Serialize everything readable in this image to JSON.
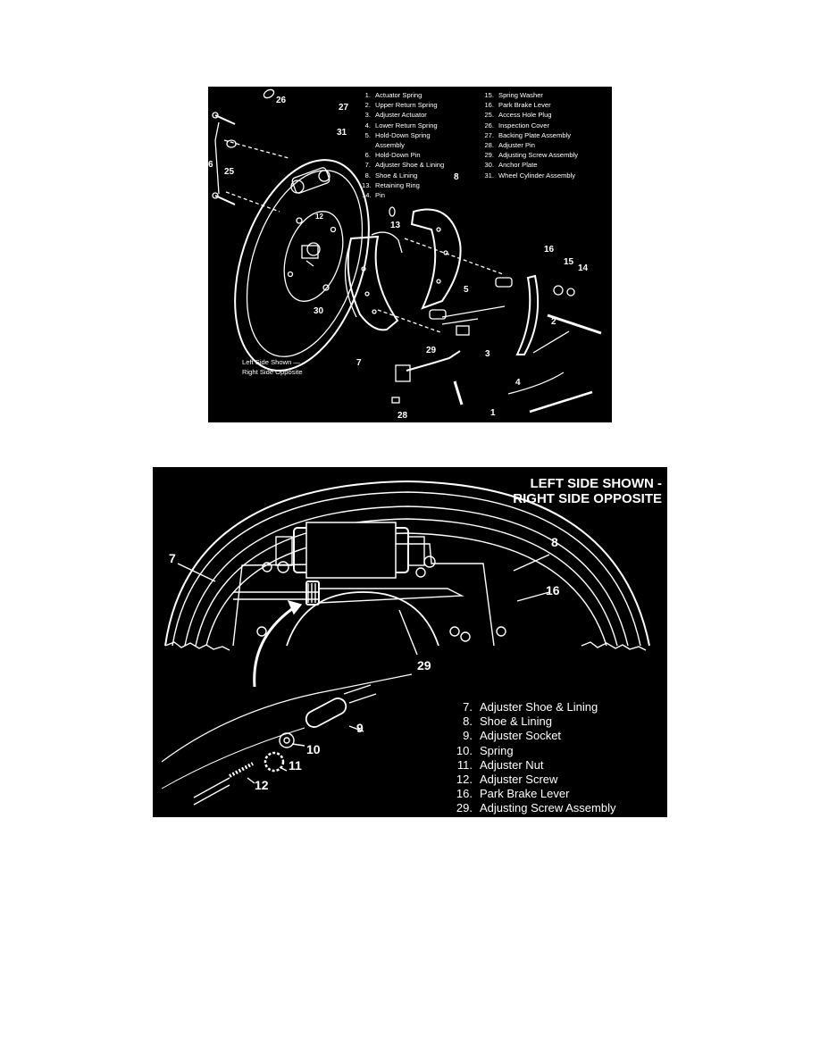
{
  "figure1": {
    "note_line1": "Left Side Shown —",
    "note_line2": "Right Side Opposite",
    "legend_left": [
      {
        "num": "1.",
        "text": "Actuator Spring"
      },
      {
        "num": "2.",
        "text": "Upper Return Spring"
      },
      {
        "num": "3.",
        "text": "Adjuster Actuator"
      },
      {
        "num": "4.",
        "text": "Lower Return Spring"
      },
      {
        "num": "5.",
        "text": "Hold-Down Spring"
      },
      {
        "num": "",
        "text": "Assembly"
      },
      {
        "num": "6.",
        "text": "Hold-Down Pin"
      },
      {
        "num": "7.",
        "text": "Adjuster Shoe & Lining"
      },
      {
        "num": "8.",
        "text": "Shoe & Lining"
      },
      {
        "num": "13.",
        "text": "Retaining Ring"
      },
      {
        "num": "14.",
        "text": "Pin"
      }
    ],
    "legend_right": [
      {
        "num": "15.",
        "text": "Spring Washer"
      },
      {
        "num": "16.",
        "text": "Park Brake Lever"
      },
      {
        "num": "25.",
        "text": "Access Hole Plug"
      },
      {
        "num": "26.",
        "text": "Inspection Cover"
      },
      {
        "num": "27.",
        "text": "Backing Plate Assembly"
      },
      {
        "num": "28.",
        "text": "Adjuster Pin"
      },
      {
        "num": "29.",
        "text": "Adjusting Screw Assembly"
      },
      {
        "num": "30.",
        "text": "Anchor Plate"
      },
      {
        "num": "31.",
        "text": "Wheel Cylinder Assembly"
      }
    ],
    "callouts": {
      "c26": "26",
      "c27": "27",
      "c31": "31",
      "c6": "6",
      "c25": "25",
      "c8": "8",
      "c13": "13",
      "c16": "16",
      "c15": "15",
      "c14": "14",
      "c5": "5",
      "c2": "2",
      "c30": "30",
      "c7": "7",
      "c29": "29",
      "c3": "3",
      "c4": "4",
      "c28": "28",
      "c1": "1",
      "c12": "12"
    }
  },
  "figure2": {
    "title_line1": "LEFT SIDE SHOWN -",
    "title_line2": "RIGHT SIDE OPPOSITE",
    "legend": [
      {
        "num": "7.",
        "text": "Adjuster Shoe & Lining"
      },
      {
        "num": "8.",
        "text": "Shoe & Lining"
      },
      {
        "num": "9.",
        "text": "Adjuster Socket"
      },
      {
        "num": "10.",
        "text": "Spring"
      },
      {
        "num": "11.",
        "text": "Adjuster Nut"
      },
      {
        "num": "12.",
        "text": "Adjuster Screw"
      },
      {
        "num": "16.",
        "text": "Park Brake Lever"
      },
      {
        "num": "29.",
        "text": "Adjusting Screw Assembly"
      }
    ],
    "callouts": {
      "c7": "7",
      "c8": "8",
      "c16": "16",
      "c29": "29",
      "c9": "9",
      "c10": "10",
      "c11": "11",
      "c12": "12"
    }
  }
}
